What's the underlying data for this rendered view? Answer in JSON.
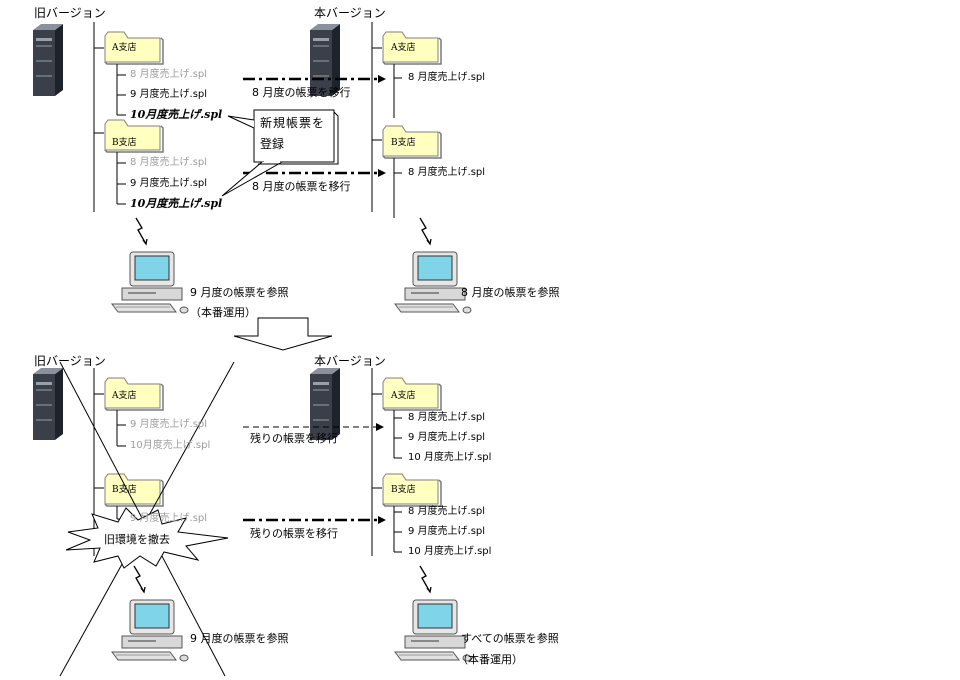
{
  "top": {
    "old": {
      "title": "旧バージョン",
      "folderA": "A支店",
      "filesA": [
        {
          "text": "8 月度売上げ.spl",
          "style": "faded"
        },
        {
          "text": "9 月度売上げ.spl",
          "style": "normal"
        },
        {
          "text": "10月度売上げ.spl",
          "style": "bold"
        }
      ],
      "folderB": "B支店",
      "filesB": [
        {
          "text": "8 月度売上げ.spl",
          "style": "faded"
        },
        {
          "text": "9 月度売上げ.spl",
          "style": "normal"
        },
        {
          "text": "10月度売上げ.spl",
          "style": "bold"
        }
      ],
      "pc_caption": "9 月度の帳票を参照",
      "pc_caption2": "（本番運用）"
    },
    "new": {
      "title": "本バージョン",
      "folderA": "A支店",
      "filesA": [
        "8 月度売上げ.spl"
      ],
      "folderB": "B支店",
      "filesB": [
        "8 月度売上げ.spl"
      ],
      "pc_caption": "8 月度の帳票を参照"
    },
    "migrate_label_1": "8 月度の帳票を移行",
    "migrate_label_2": "8 月度の帳票を移行",
    "callout_line1": "新規帳票を",
    "callout_line2": "登録"
  },
  "bottom": {
    "old": {
      "title": "旧バージョン",
      "folderA": "A支店",
      "filesA": [
        "9 月度売上げ.spl",
        "10月度売上げ.spl"
      ],
      "folderB": "B支店",
      "filesB": [
        "9 月度売上げ.spl"
      ],
      "burst_label": "旧環境を撤去",
      "pc_caption": "9 月度の帳票を参照"
    },
    "new": {
      "title": "本バージョン",
      "folderA": "A支店",
      "filesA": [
        "8 月度売上げ.spl",
        "9 月度売上げ.spl",
        "10 月度売上げ.spl"
      ],
      "folderB": "B支店",
      "filesB": [
        "8 月度売上げ.spl",
        "9 月度売上げ.spl",
        "10 月度売上げ.spl"
      ],
      "pc_caption": "すべての帳票を参照",
      "pc_caption2": "（本番運用）"
    },
    "migrate_label_1": "残りの帳票を移行",
    "migrate_label_2": "残りの帳票を移行"
  },
  "colors": {
    "folder_fill": "#ffffc0",
    "server_dark": "#3a3f4a",
    "server_light": "#8a909c",
    "monitor_screen": "#7fd4e8",
    "faded_text": "#9c9c9c"
  },
  "icons": [
    "server-icon",
    "folder-icon",
    "computer-icon",
    "lightning-icon",
    "down-arrow-icon",
    "burst-icon"
  ]
}
